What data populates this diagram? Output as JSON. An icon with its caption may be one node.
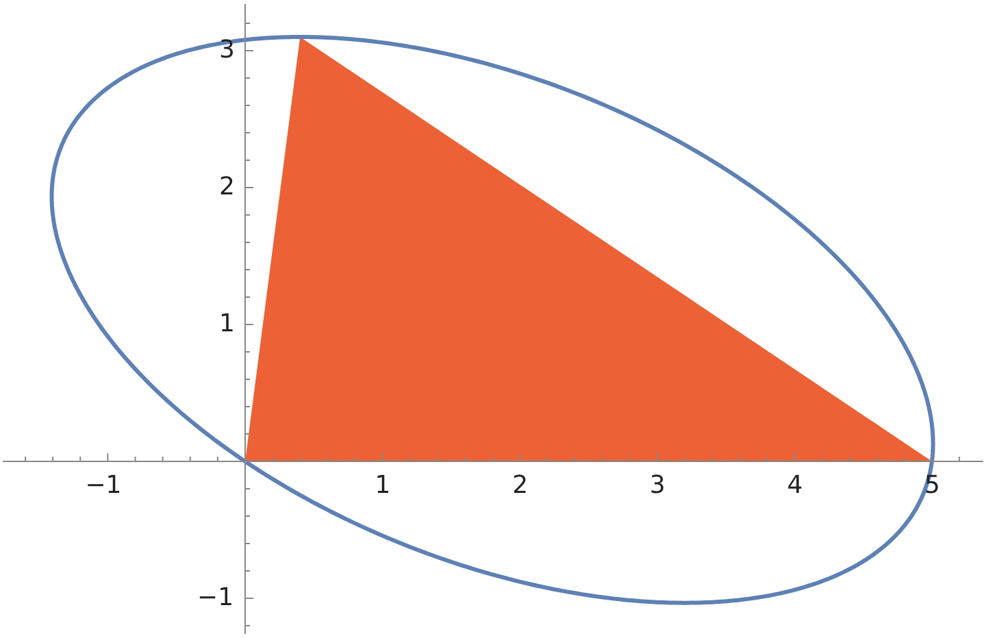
{
  "diagram": {
    "labels": [
      "3",
      "2",
      "1",
      "−1",
      "1",
      "2",
      "3",
      "4",
      "5",
      "−1"
    ]
  }
}
